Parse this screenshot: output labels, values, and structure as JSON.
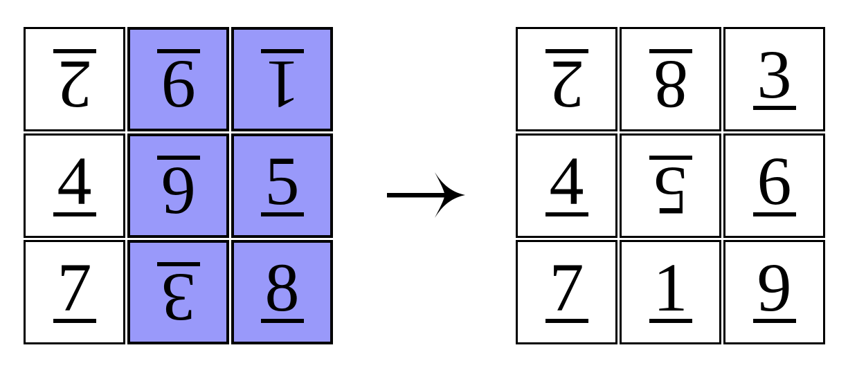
{
  "colors": {
    "highlight": "#9999fa",
    "border": "#000000",
    "digit": "#000000",
    "background": "#ffffff"
  },
  "arrow": {
    "icon": "right-arrow",
    "glyph": "→"
  },
  "grids": {
    "input": {
      "cells": [
        [
          {
            "digit": "2",
            "rotated": true,
            "highlighted": false
          },
          {
            "digit": "9",
            "rotated": true,
            "highlighted": true
          },
          {
            "digit": "1",
            "rotated": true,
            "highlighted": true
          }
        ],
        [
          {
            "digit": "4",
            "rotated": false,
            "highlighted": false
          },
          {
            "digit": "6",
            "rotated": true,
            "highlighted": true
          },
          {
            "digit": "5",
            "rotated": false,
            "highlighted": true
          }
        ],
        [
          {
            "digit": "7",
            "rotated": false,
            "highlighted": false
          },
          {
            "digit": "3",
            "rotated": true,
            "highlighted": true
          },
          {
            "digit": "8",
            "rotated": false,
            "highlighted": true
          }
        ]
      ]
    },
    "output": {
      "cells": [
        [
          {
            "digit": "2",
            "rotated": true,
            "highlighted": false
          },
          {
            "digit": "8",
            "rotated": true,
            "highlighted": false
          },
          {
            "digit": "3",
            "rotated": false,
            "highlighted": false
          }
        ],
        [
          {
            "digit": "4",
            "rotated": false,
            "highlighted": false
          },
          {
            "digit": "5",
            "rotated": true,
            "highlighted": false
          },
          {
            "digit": "6",
            "rotated": false,
            "highlighted": false
          }
        ],
        [
          {
            "digit": "7",
            "rotated": false,
            "highlighted": false
          },
          {
            "digit": "1",
            "rotated": false,
            "highlighted": false
          },
          {
            "digit": "9",
            "rotated": false,
            "highlighted": false
          }
        ]
      ]
    }
  }
}
